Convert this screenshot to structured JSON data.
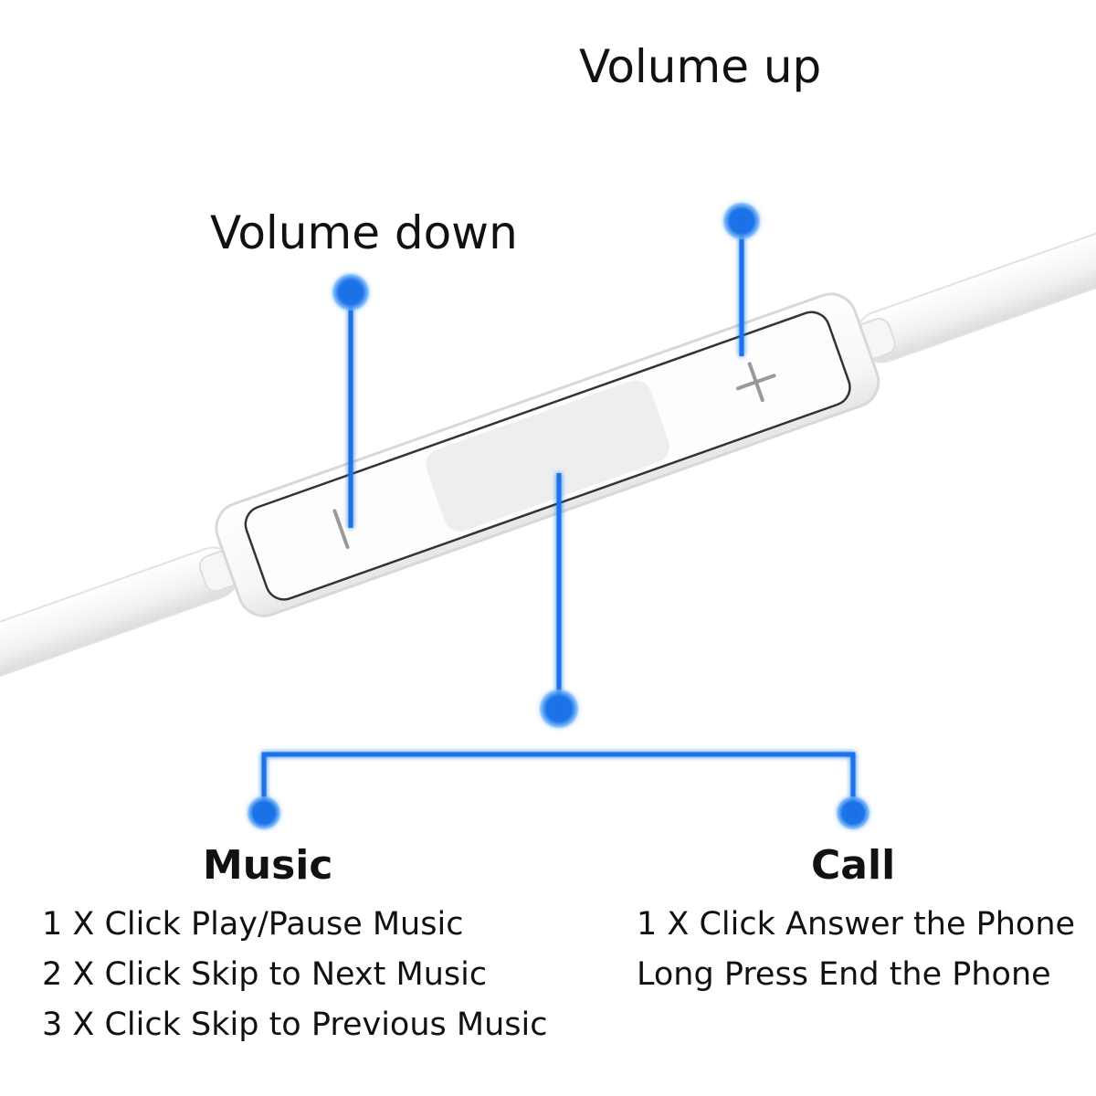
{
  "labels": {
    "volume_up": "Volume up",
    "volume_down": "Volume down"
  },
  "music": {
    "title": "Music",
    "steps": [
      "1 X Click Play/Pause Music",
      "2 X Click Skip to Next Music",
      "3 X Click Skip to Previous Music"
    ]
  },
  "call": {
    "title": "Call",
    "steps": [
      "1 X Click Answer the Phone",
      "Long Press End the Phone"
    ]
  },
  "remote": {
    "plus_symbol": "+",
    "minus_symbol": "−"
  },
  "colors": {
    "accent": "#1a73e8",
    "accent_glow": "#5aa9ff",
    "remote_body": "#fafafa",
    "remote_outline": "#d8d8d8",
    "text": "#111111"
  }
}
